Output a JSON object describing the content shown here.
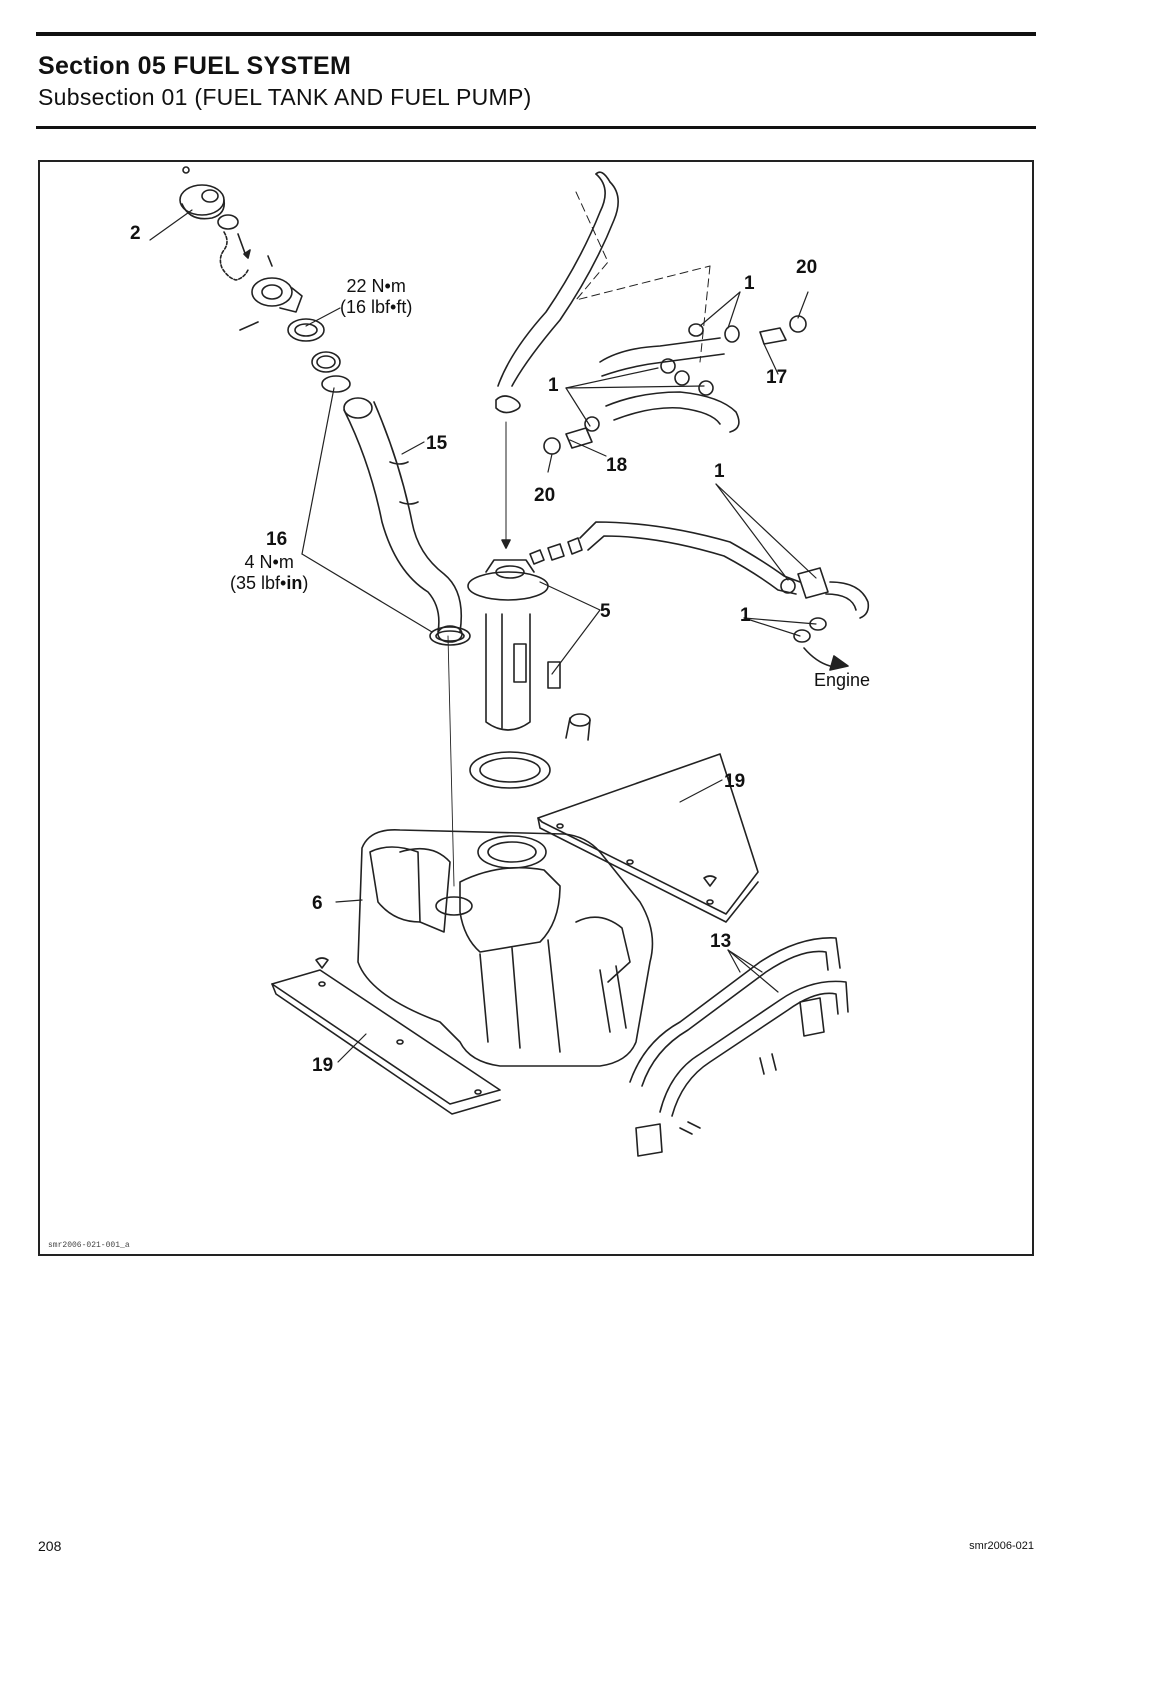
{
  "header": {
    "section": "Section 05 FUEL SYSTEM",
    "subsection": "Subsection 01 (FUEL TANK AND FUEL PUMP)"
  },
  "figure": {
    "id": "smr2006-021-001_a",
    "callouts": {
      "c2": "2",
      "c1a": "1",
      "c20a": "20",
      "c17": "17",
      "c1b": "1",
      "c18": "18",
      "c20b": "20",
      "c1c": "1",
      "c15": "15",
      "c16": "16",
      "c5": "5",
      "c1d": "1",
      "c19a": "19",
      "c6": "6",
      "c13": "13",
      "c19b": "19"
    },
    "torque_cap": {
      "metric": "22 N•m",
      "imperial": "(16 lbf•ft)"
    },
    "torque_clamp": {
      "metric": "4 N•m",
      "imperial_prefix": "(35 lbf•",
      "imperial_unit": "in",
      "imperial_suffix": ")"
    },
    "engine_label": "Engine"
  },
  "footer": {
    "page_number": "208",
    "doc_code": "smr2006-021"
  }
}
